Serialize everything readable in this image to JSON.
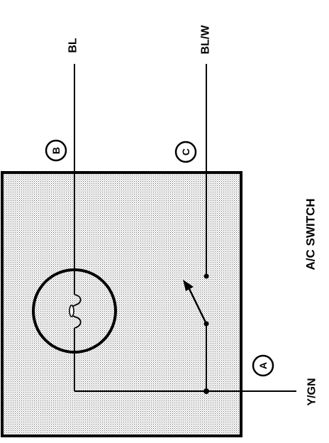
{
  "diagram": {
    "title": "A/C SWITCH",
    "wires": {
      "bl": "BL",
      "bl_w": "BL/W",
      "y_gn": "Y/GN"
    },
    "terminals": {
      "a": "A",
      "b": "B",
      "c": "C"
    }
  },
  "colors": {
    "ink": "#000000",
    "housing_fill": "#d4d4d4",
    "background": "#ffffff"
  }
}
